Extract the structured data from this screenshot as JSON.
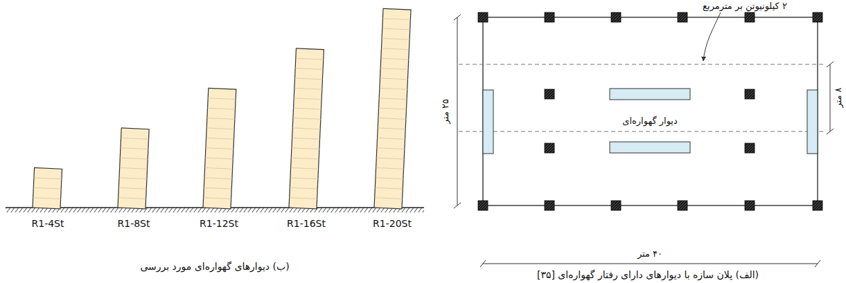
{
  "diagram": {
    "labels": [
      "R1-4St",
      "R1-8St",
      "R1-12St",
      "R1-16St",
      "R1-20St",
      "(ب) دیوارهای گهواره‌ای مورد بررسی",
      "۲ کیلونیوتن بر مترمربع",
      "۸ متر",
      "۲۵ متر",
      "دیوار گهواره‌ای",
      "۴۰ متر",
      "(الف) پلان سازه با دیوارهای دارای رفتار گهواره‌ای [۳۵]"
    ]
  }
}
